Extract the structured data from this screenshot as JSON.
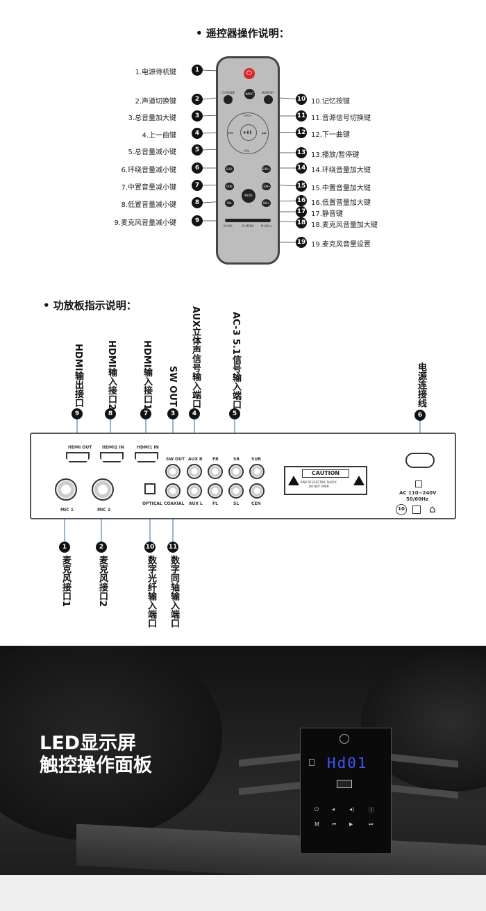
{
  "remote_section": {
    "title": "• 遥控器操作说明：",
    "left_labels": [
      {
        "num": "1",
        "text": "1.电源待机键"
      },
      {
        "num": "2",
        "text": "2.声道切换键"
      },
      {
        "num": "3",
        "text": "3.总音量加大键"
      },
      {
        "num": "4",
        "text": "4.上一曲键"
      },
      {
        "num": "5",
        "text": "5.总音量减小键"
      },
      {
        "num": "6",
        "text": "6.环绕音量减小键"
      },
      {
        "num": "7",
        "text": "7.中置音量减小键"
      },
      {
        "num": "8",
        "text": "8.低置音量减小键"
      },
      {
        "num": "9",
        "text": "9.麦克风音量减小键"
      }
    ],
    "right_labels": [
      {
        "num": "10",
        "text": "10.记忆按键"
      },
      {
        "num": "11",
        "text": "11.音源信号切换键"
      },
      {
        "num": "12",
        "text": "12.下一曲键"
      },
      {
        "num": "13",
        "text": "13.播放/暂停键"
      },
      {
        "num": "14",
        "text": "14.环绕音量加大键"
      },
      {
        "num": "15",
        "text": "15.中置音量加大键"
      },
      {
        "num": "16",
        "text": "16.低置音量加大键"
      },
      {
        "num": "17",
        "text": "17.静音键"
      },
      {
        "num": "18",
        "text": "18.麦克风音量加大键"
      },
      {
        "num": "19",
        "text": "19.麦克风音量设置"
      }
    ],
    "remote_buttons": {
      "ch_mode": "CH MODE",
      "input": "INPUT",
      "memory": "MEMORY",
      "vol_plus": "VOL+",
      "vol_minus": "VOL-",
      "prev": "⏮",
      "play": "▶❚❚",
      "next": "⏭",
      "sur_minus": "SUR-",
      "sur_plus": "SUR+",
      "cen_minus": "CEN-",
      "cen_plus": "CEN+",
      "mute": "MUTE",
      "sw_minus": "SW-",
      "sw_plus": "SW+",
      "mvol_minus": "M.VOL-",
      "mmenu": "M.MENU",
      "mvol_plus": "M.VOL+"
    }
  },
  "amp_section": {
    "title": "• 功放板指示说明：",
    "top_labels": [
      {
        "num": "9",
        "text": "HDMI输出接口"
      },
      {
        "num": "8",
        "text": "HDMI输入接口2"
      },
      {
        "num": "7",
        "text": "HDMI输入接口1"
      },
      {
        "num": "3",
        "text": "SW OUT"
      },
      {
        "num": "4",
        "text": "AUX立体声信号输入端口"
      },
      {
        "num": "5",
        "text": "AC-3 5.1信号输入端口"
      },
      {
        "num": "6",
        "text": "电源连接线"
      }
    ],
    "bottom_labels": [
      {
        "num": "1",
        "text": "麦克风接口1"
      },
      {
        "num": "2",
        "text": "麦克风接口2"
      },
      {
        "num": "10",
        "text": "数字光纤输入端口"
      },
      {
        "num": "11",
        "text": "数字同轴输入端口"
      }
    ],
    "panel": {
      "hdmi_out": "HDMI OUT",
      "hdmi2_in": "HDMI2 IN",
      "hdmi1_in": "HDMI1 IN",
      "mic1": "MIC 1",
      "mic2": "MIC 2",
      "optical": "OPTICAL",
      "sw_out": "SW OUT",
      "coaxial": "COAXIAL",
      "aux_r": "AUX R",
      "aux_l": "AUX L",
      "fr": "FR",
      "sr": "SR",
      "sub": "SUB",
      "fl": "FL",
      "sl": "SL",
      "cen": "CEN",
      "caution": "CAUTION",
      "caution_sub1": "RISK OF ELECTRIC SHOCK",
      "caution_sub2": "DO NOT OPEN",
      "ac_line1": "AC 110~240V",
      "ac_line2": "50/60Hz",
      "ten": "10"
    }
  },
  "led_section": {
    "title_line1": "LED显示屏",
    "title_line2": "触控操作面板",
    "display": "Hd01"
  }
}
